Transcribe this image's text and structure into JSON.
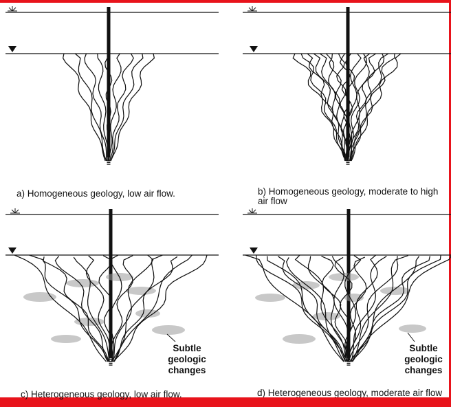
{
  "colors": {
    "frame": "#e8131b",
    "ink": "#111111",
    "patch": "#9a9a9a",
    "background": "#ffffff"
  },
  "icons": {
    "ground_surface": "ground-surface-symbol-icon",
    "water_table": "water-table-triangle-icon"
  },
  "panels": [
    {
      "id": "a",
      "caption": "a)  Homogeneous geology, low air flow.",
      "flow": "low",
      "geology": "homogeneous"
    },
    {
      "id": "b",
      "caption": "b)  Homogeneous geology, moderate to high air flow",
      "flow": "moderate-high",
      "geology": "homogeneous"
    },
    {
      "id": "c",
      "caption": "c)  Heterogeneous geology, low air flow.",
      "flow": "low",
      "geology": "heterogeneous",
      "annotation": [
        "Subtle",
        "geologic",
        "changes"
      ]
    },
    {
      "id": "d",
      "caption": "d)  Heterogeneous geology, moderate air flow",
      "flow": "moderate",
      "geology": "heterogeneous",
      "annotation": [
        "Subtle",
        "geologic",
        "changes"
      ]
    }
  ]
}
